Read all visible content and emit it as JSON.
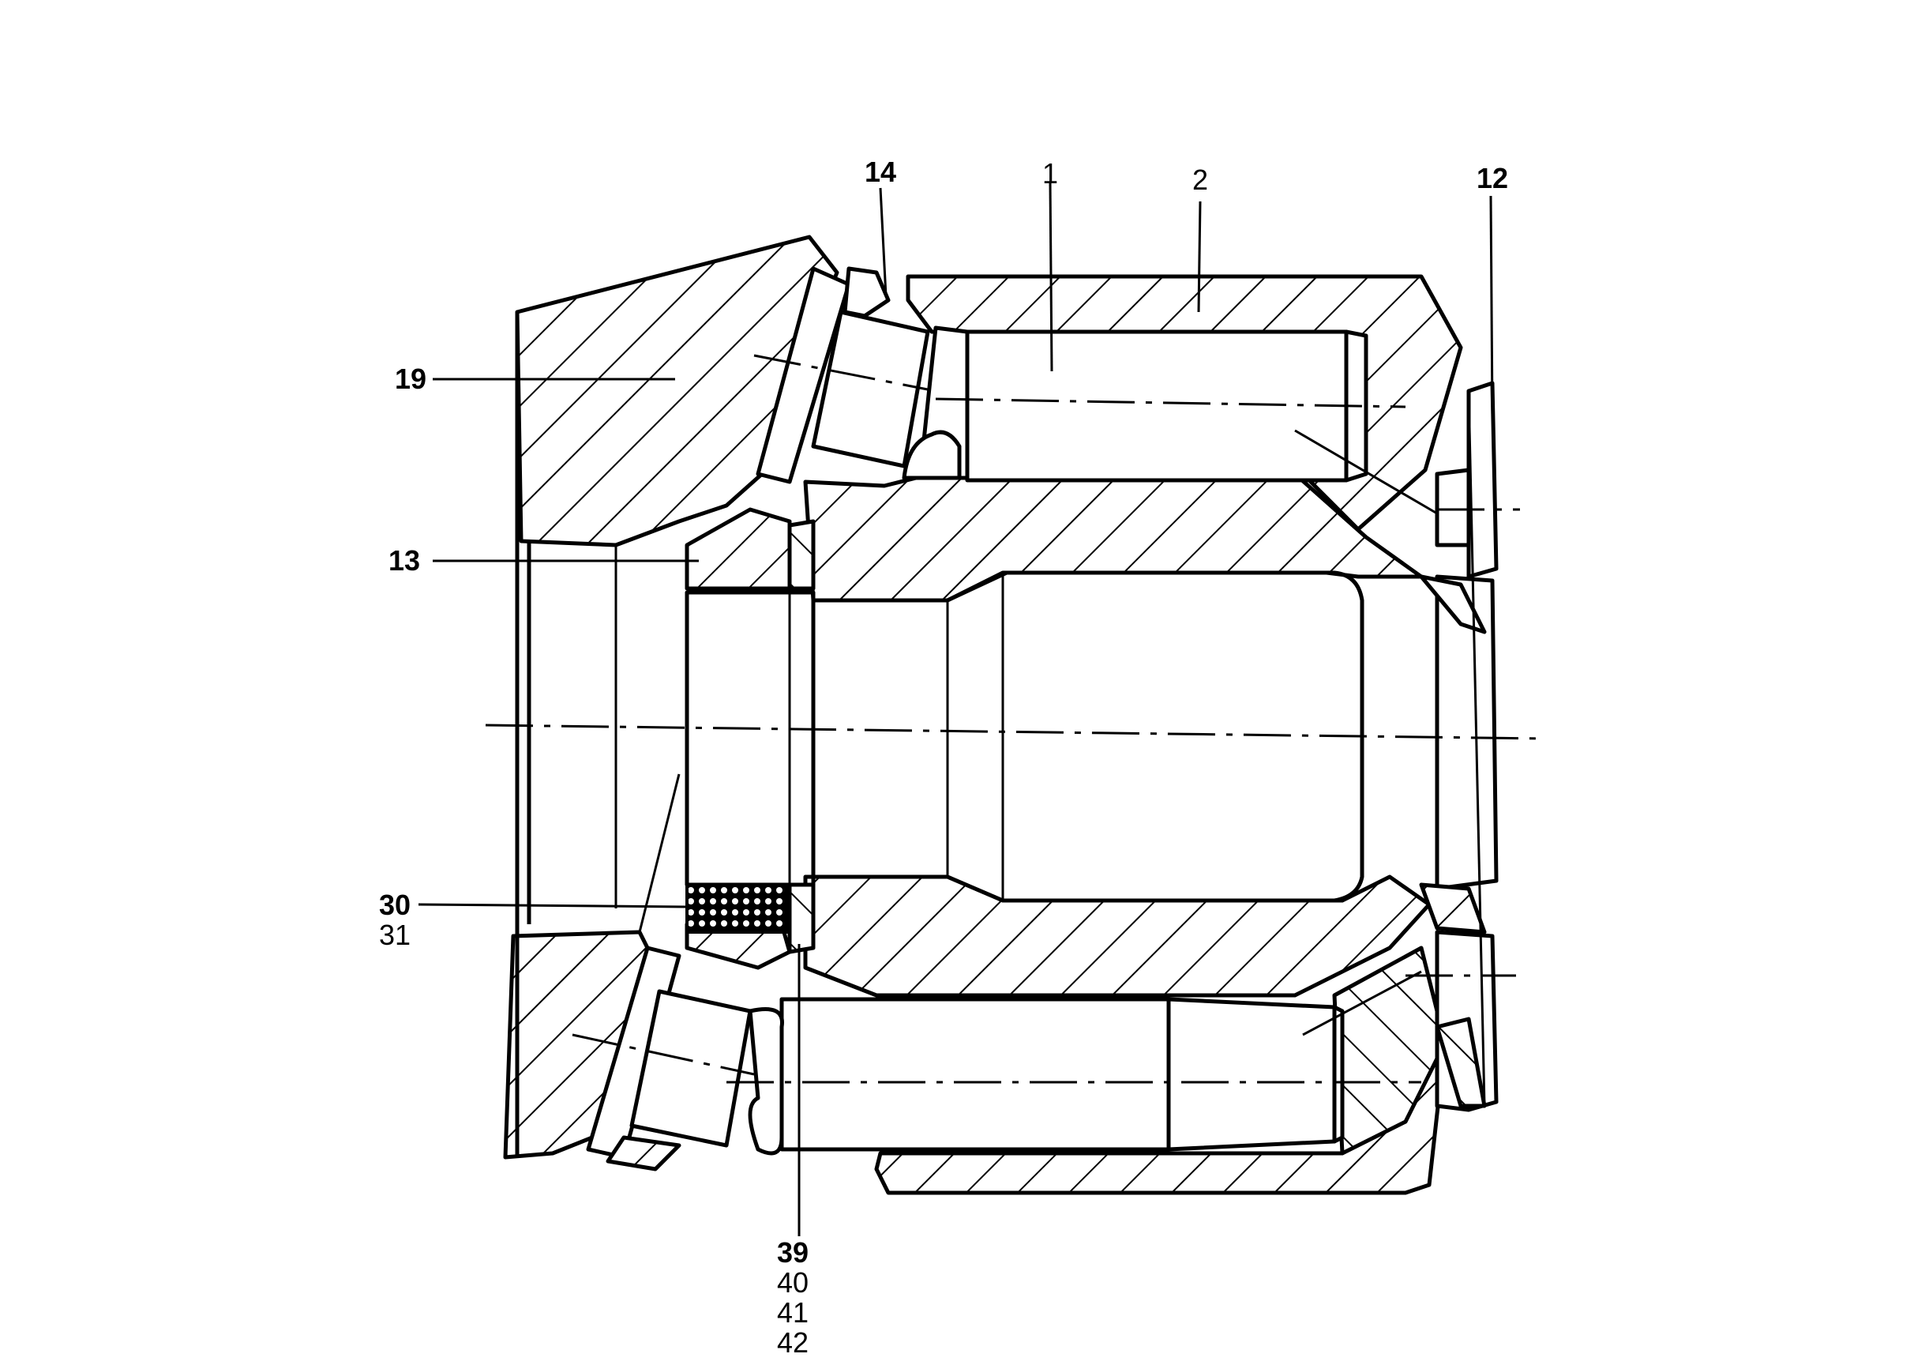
{
  "callouts": {
    "c14": "14",
    "c1": "1",
    "c2": "2",
    "c12": "12",
    "c19": "19",
    "c13": "13",
    "c30": "30",
    "c31": "31",
    "c39": "39",
    "c40": "40",
    "c41": "41",
    "c42": "42"
  }
}
